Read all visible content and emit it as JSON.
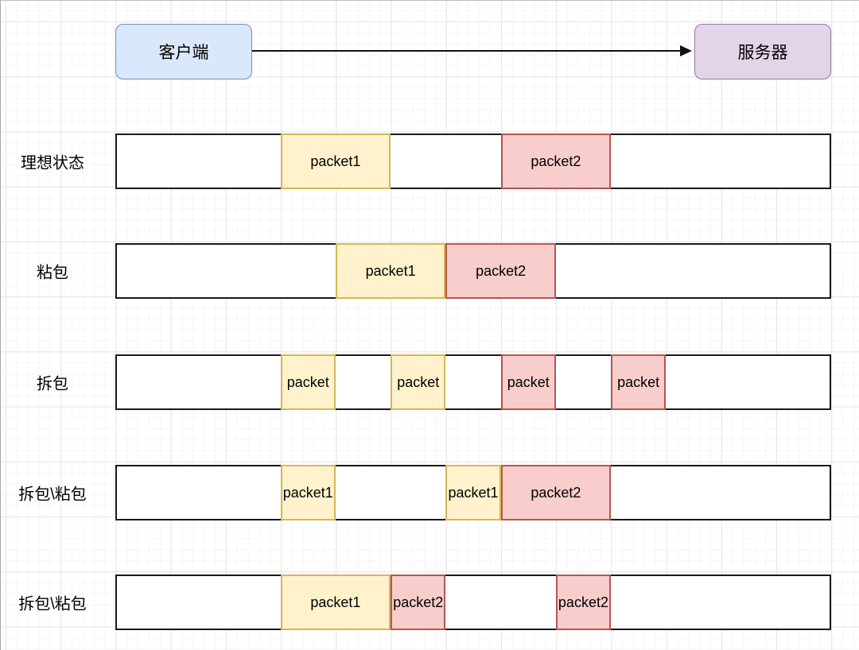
{
  "diagram": {
    "client": {
      "label": "客户端"
    },
    "server": {
      "label": "服务器"
    },
    "arrow": {
      "from": "客户端",
      "to": "服务器"
    },
    "palette": {
      "client_fill": "#dae8fc",
      "client_stroke": "#6c8ebf",
      "server_fill": "#e1d5e7",
      "server_stroke": "#9673a6",
      "packet1_fill": "#fff2cc",
      "packet1_stroke": "#d6b656",
      "packet2_fill": "#f8cecc",
      "packet2_stroke": "#b85450",
      "grid_minor": "#f6f6f6",
      "grid_major": "#e5e5e5"
    },
    "bar_units": 13,
    "rows": [
      {
        "label": "理想状态",
        "segments": [
          {
            "text": "packet1",
            "kind": "packet1",
            "start": 3,
            "span": 2
          },
          {
            "text": "packet2",
            "kind": "packet2",
            "start": 7,
            "span": 2
          }
        ]
      },
      {
        "label": "粘包",
        "segments": [
          {
            "text": "packet1",
            "kind": "packet1",
            "start": 4,
            "span": 2
          },
          {
            "text": "packet2",
            "kind": "packet2",
            "start": 6,
            "span": 2
          }
        ]
      },
      {
        "label": "拆包",
        "segments": [
          {
            "text": "packet",
            "kind": "packet1",
            "start": 3,
            "span": 1
          },
          {
            "text": "packet",
            "kind": "packet1",
            "start": 5,
            "span": 1
          },
          {
            "text": "packet",
            "kind": "packet2",
            "start": 7,
            "span": 1
          },
          {
            "text": "packet",
            "kind": "packet2",
            "start": 9,
            "span": 1
          }
        ]
      },
      {
        "label": "拆包\\粘包",
        "segments": [
          {
            "text": "packet1",
            "kind": "packet1",
            "start": 3,
            "span": 1
          },
          {
            "text": "packet1",
            "kind": "packet1",
            "start": 6,
            "span": 1
          },
          {
            "text": "packet2",
            "kind": "packet2",
            "start": 7,
            "span": 2
          }
        ]
      },
      {
        "label": "拆包\\粘包",
        "segments": [
          {
            "text": "packet1",
            "kind": "packet1",
            "start": 3,
            "span": 2
          },
          {
            "text": "packet2",
            "kind": "packet2",
            "start": 5,
            "span": 1
          },
          {
            "text": "packet2",
            "kind": "packet2",
            "start": 8,
            "span": 1
          }
        ]
      }
    ]
  }
}
